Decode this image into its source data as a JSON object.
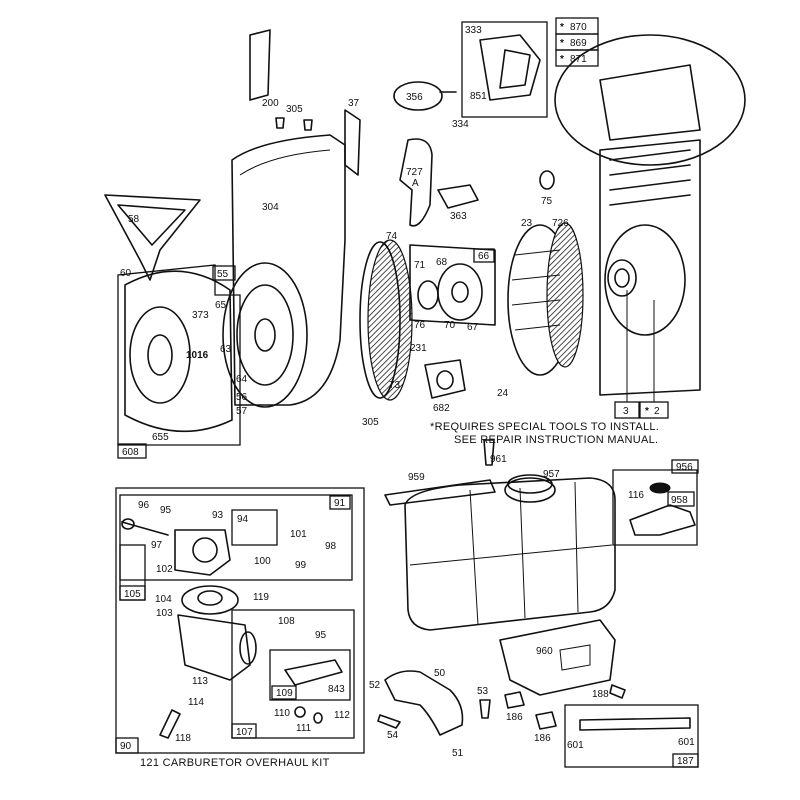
{
  "labels": {
    "l200": "200",
    "l305a": "305",
    "l37": "37",
    "l333": "333",
    "l356": "356",
    "l851": "851",
    "l334": "334",
    "l870": "870",
    "l869": "869",
    "l871": "871",
    "l727": "727",
    "l727a": "A",
    "l75": "75",
    "l363": "363",
    "l304": "304",
    "l58": "58",
    "l60": "60",
    "l55": "55",
    "l65": "65",
    "l373": "373",
    "l63": "63",
    "l1016": "1016",
    "l64": "64",
    "l56": "56",
    "l57": "57",
    "l655": "655",
    "l608": "608",
    "l74": "74",
    "l66": "66",
    "l71": "71",
    "l68": "68",
    "l76": "76",
    "l70": "70",
    "l67": "67",
    "l23": "23",
    "l726": "726",
    "l231": "231",
    "l73": "73",
    "l682": "682",
    "l24": "24",
    "l305b": "305",
    "l3": "3",
    "l2": "2",
    "l961": "961",
    "l959": "959",
    "l957": "957",
    "l956": "956",
    "l116": "116",
    "l958": "958",
    "l91": "91",
    "l96": "96",
    "l95a": "95",
    "l93": "93",
    "l94": "94",
    "l97": "97",
    "l101": "101",
    "l98": "98",
    "l100": "100",
    "l99": "99",
    "l102": "102",
    "l105": "105",
    "l104": "104",
    "l119": "119",
    "l103": "103",
    "l108": "108",
    "l95b": "95",
    "l113": "113",
    "l109": "109",
    "l843": "843",
    "l114": "114",
    "l110": "110",
    "l111": "111",
    "l112": "112",
    "l118": "118",
    "l107": "107",
    "l90": "90",
    "l960": "960",
    "l52": "52",
    "l50": "50",
    "l53": "53",
    "l188": "188",
    "l186a": "186",
    "l54": "54",
    "l51": "51",
    "l186b": "186",
    "l601a": "601",
    "l601b": "601",
    "l187": "187",
    "star": "*"
  },
  "notes": {
    "special_tools_1": "*REQUIRES SPECIAL TOOLS TO INSTALL.",
    "special_tools_2": "SEE REPAIR INSTRUCTION MANUAL.",
    "kit": "121 CARBURETOR OVERHAUL KIT"
  }
}
